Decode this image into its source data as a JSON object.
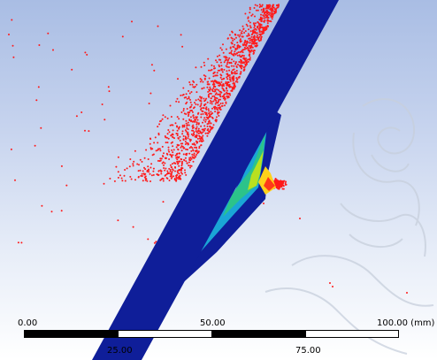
{
  "viewport": {
    "background_top": "#a9bde4",
    "background_bottom": "#ffffff",
    "plate_color": "#0f1e99",
    "particle_color": "#ff1a1a",
    "contour_colors": [
      "#0f1e99",
      "#1aa6d6",
      "#2cc38a",
      "#b8e020",
      "#ffd21a",
      "#ff3a1a"
    ],
    "watermark_color": "#c7cfdc"
  },
  "scale_bar": {
    "label_0": "0.00",
    "label_50": "50.00",
    "label_100": "100.00 (mm)",
    "label_25": "25.00",
    "label_75": "75.00"
  }
}
